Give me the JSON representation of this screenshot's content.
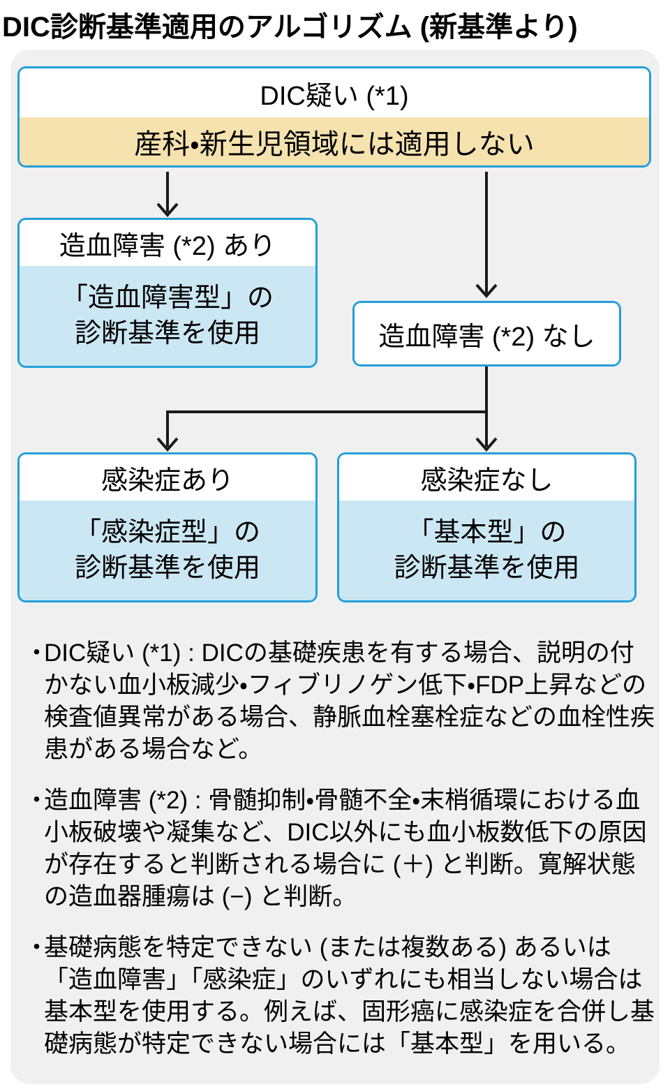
{
  "title": "DIC診断基準適用のアルゴリズム (新基準より)",
  "flowchart": {
    "start": {
      "label": "DIC疑い (*1)",
      "note": "産科・新生児領域には適用しない"
    },
    "hematopoietic_yes": {
      "label": "造血障害 (*2) あり",
      "body_lines": [
        "「造血障害型」の",
        "診断基準を使用"
      ]
    },
    "hematopoietic_no": {
      "label": "造血障害 (*2) なし"
    },
    "infection_yes": {
      "label": "感染症あり",
      "body_lines": [
        "「感染症型」の",
        "診断基準を使用"
      ]
    },
    "infection_no": {
      "label": "感染症なし",
      "body_lines": [
        "「基本型」の",
        "診断基準を使用"
      ]
    }
  },
  "footnotes": {
    "bullet": "・",
    "items": [
      "DIC疑い (*1) : DICの基礎疾患を有する場合、説明の付かない血小板減少・フィブリノゲン低下・FDP上昇などの検査値異常がある場合、静脈血栓塞栓症などの血栓性疾患がある場合など。",
      "造血障害 (*2) : 骨髄抑制・骨髄不全・末梢循環における血小板破壊や凝集など、DIC以外にも血小板数低下の原因が存在すると判断される場合に (＋) と判断。寛解状態の造血器腫瘍は (−) と判断。",
      "基礎病態を特定できない (または複数ある) あるいは「造血障害」「感染症」のいずれにも相当しない場合は基本型を使用する。例えば、固形癌に感染症を合併し基礎病態が特定できない場合には「基本型」を用いる。"
    ]
  },
  "colors": {
    "box_border_blue": "#219fd9",
    "note_yellow": "#f6e2af",
    "result_light_blue": "#cce7f4",
    "panel_gray": "#f0f0f0",
    "line_black": "#1a1a1a"
  }
}
